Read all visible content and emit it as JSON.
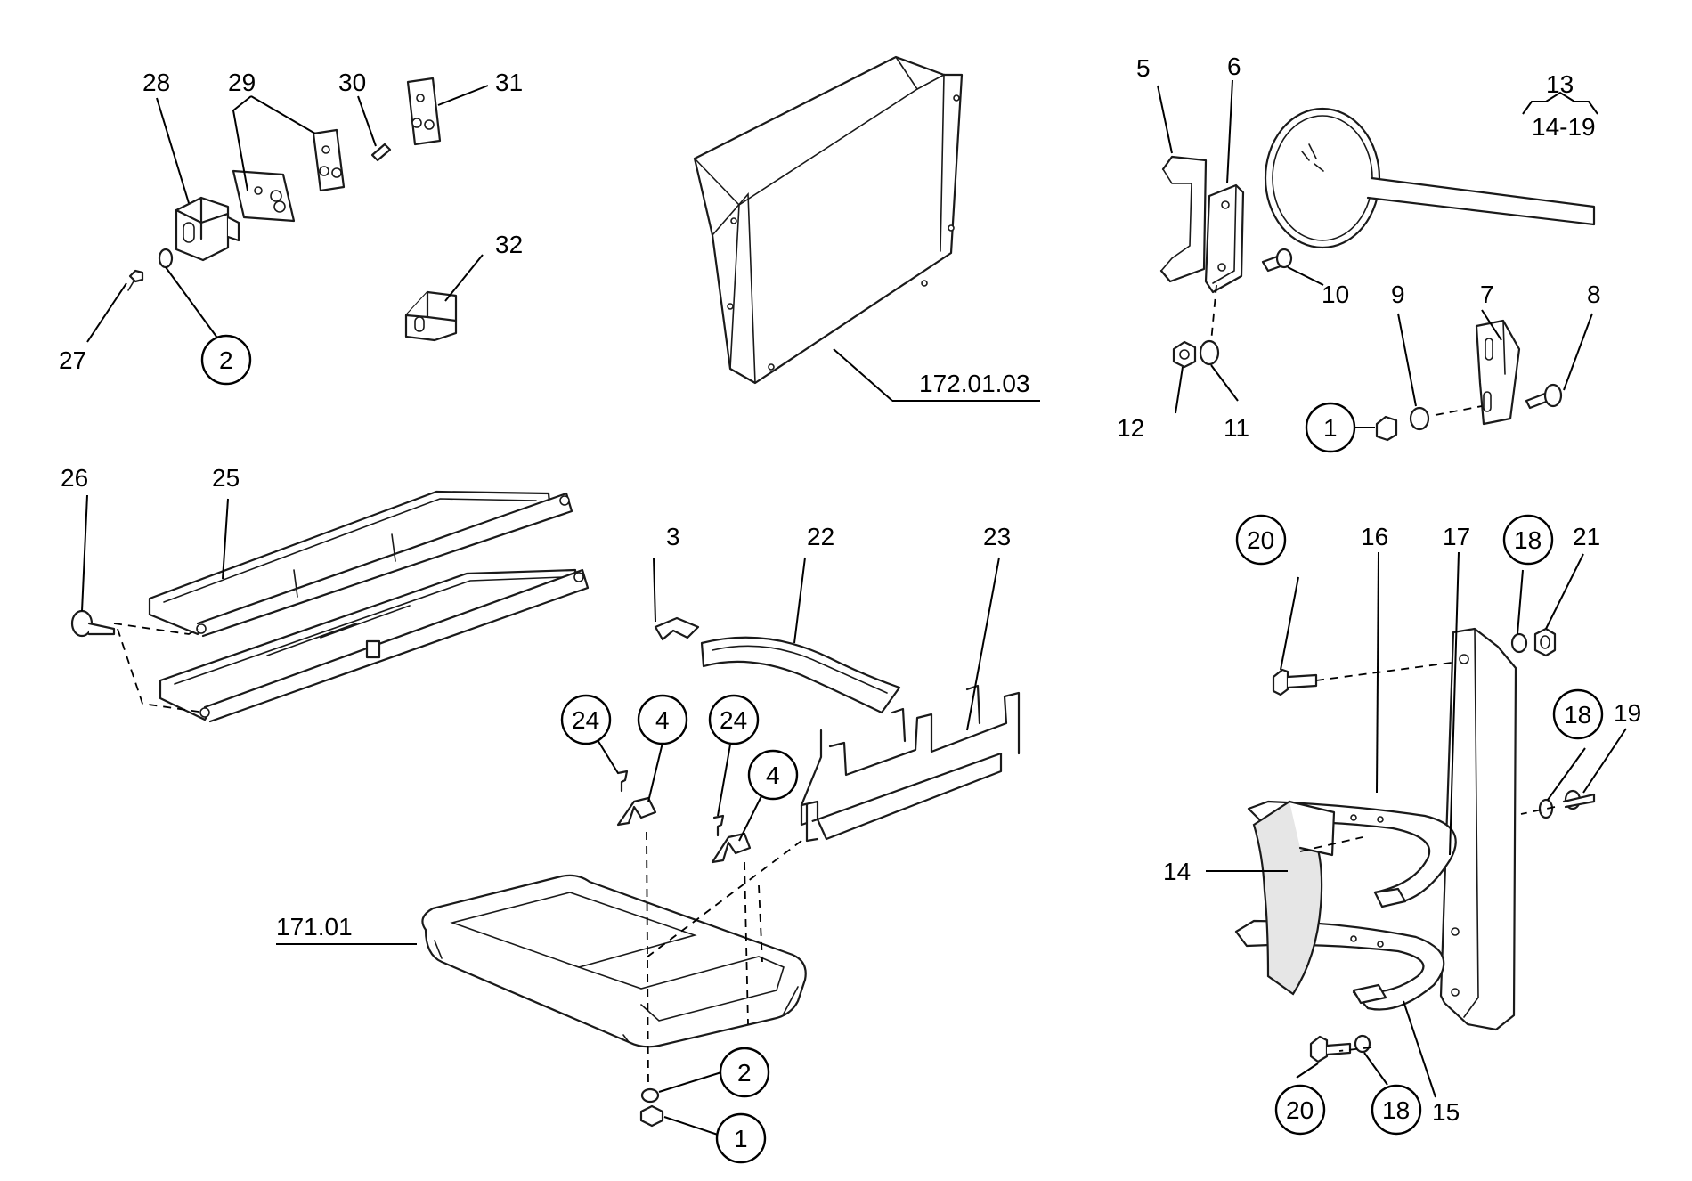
{
  "callouts": {
    "c1a": "1",
    "c1b": "1",
    "c2a": "2",
    "c2b": "2",
    "c3": "3",
    "c4a": "4",
    "c4b": "4",
    "c5": "5",
    "c6": "6",
    "c7": "7",
    "c8": "8",
    "c9": "9",
    "c10": "10",
    "c11": "11",
    "c12": "12",
    "c13": "13",
    "c13range": "14-19",
    "c14": "14",
    "c15": "15",
    "c16": "16",
    "c17": "17",
    "c18a": "18",
    "c18b": "18",
    "c18c": "18",
    "c19": "19",
    "c20a": "20",
    "c20b": "20",
    "c21": "21",
    "c22": "22",
    "c23": "23",
    "c24a": "24",
    "c24b": "24",
    "c25": "25",
    "c26": "26",
    "c27": "27",
    "c28": "28",
    "c29": "29",
    "c30": "30",
    "c31": "31",
    "c32": "32",
    "ref_box": "172.01.03",
    "ref_tray": "171.01"
  }
}
